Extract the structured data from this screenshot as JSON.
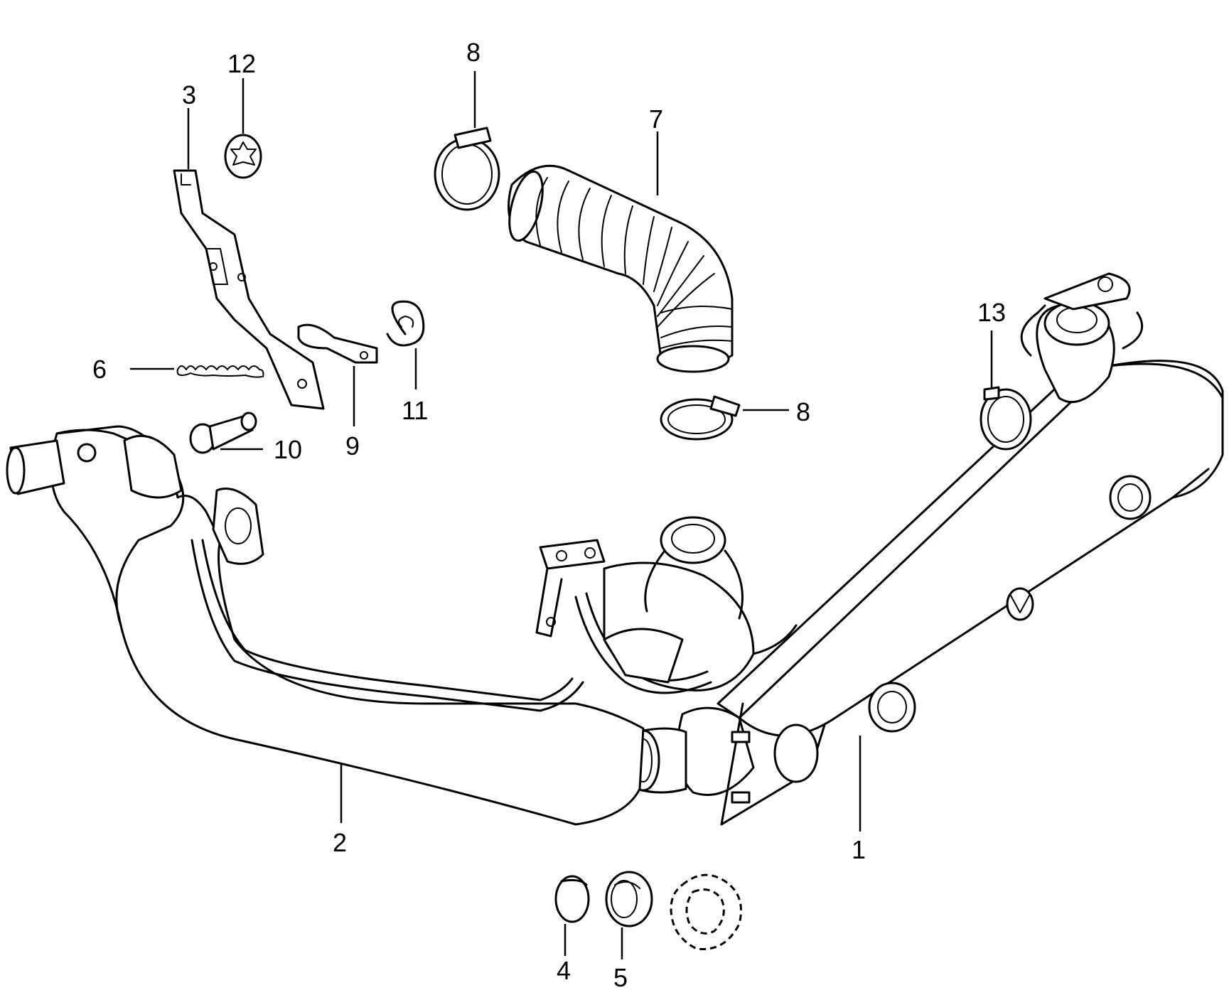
{
  "callouts": [
    {
      "id": "1",
      "label": "1"
    },
    {
      "id": "2",
      "label": "2"
    },
    {
      "id": "3",
      "label": "3"
    },
    {
      "id": "4",
      "label": "4"
    },
    {
      "id": "5",
      "label": "5"
    },
    {
      "id": "6",
      "label": "6"
    },
    {
      "id": "7",
      "label": "7"
    },
    {
      "id": "8a",
      "label": "8"
    },
    {
      "id": "8b",
      "label": "8"
    },
    {
      "id": "9",
      "label": "9"
    },
    {
      "id": "10",
      "label": "10"
    },
    {
      "id": "11",
      "label": "11"
    },
    {
      "id": "12",
      "label": "12"
    },
    {
      "id": "13",
      "label": "13"
    }
  ]
}
